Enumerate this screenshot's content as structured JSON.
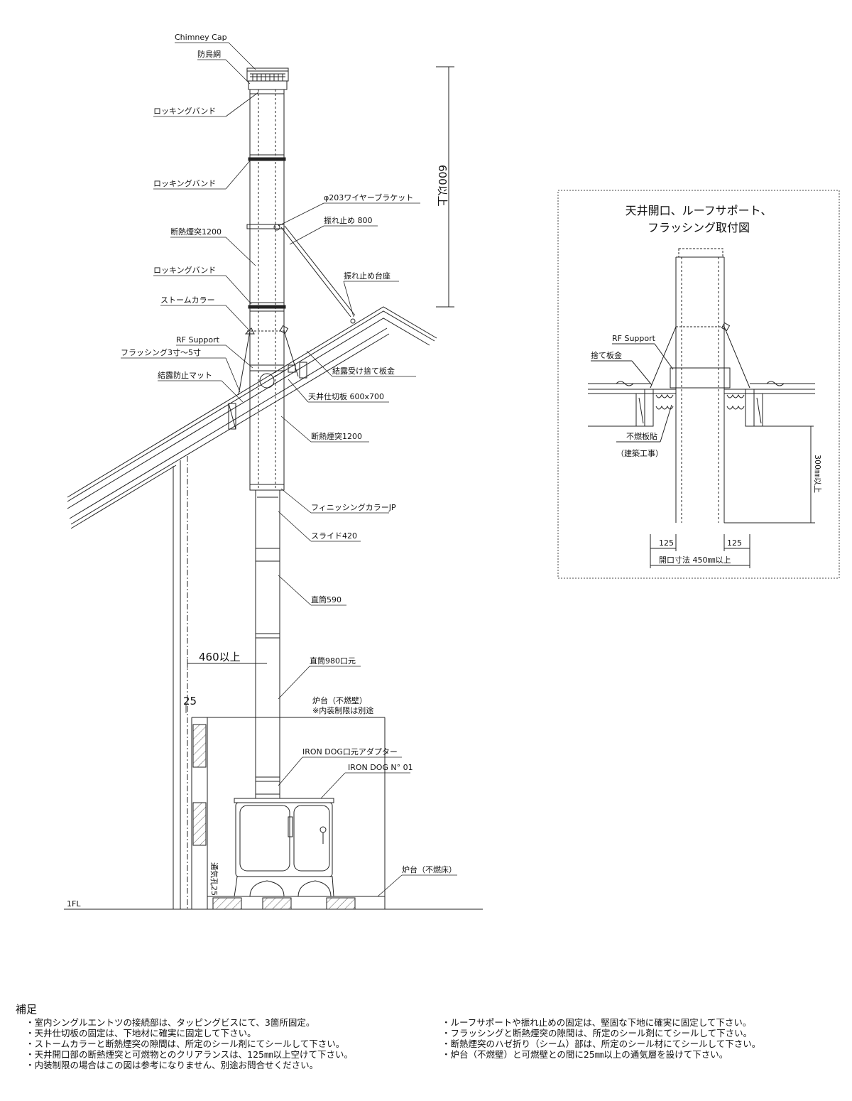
{
  "main": {
    "labels": {
      "chimney_cap": "Chimney Cap",
      "bird_net": "防鳥網",
      "locking_band_1": "ロッキングバンド",
      "locking_band_2": "ロッキングバンド",
      "wire_bracket": "φ203ワイヤーブラケット",
      "sway_stopper": "振れ止め 800",
      "insulated_flue_upper": "断熱煙突1200",
      "locking_band_3": "ロッキングバンド",
      "sway_base": "振れ止め台座",
      "storm_collar": "ストームカラー",
      "rf_support": "RF Support",
      "flashing": "フラッシング3寸～5寸",
      "condensation_plate": "結露受け捨て板金",
      "condensation_mat": "結露防止マット",
      "ceiling_plate": "天井仕切板 600x700",
      "insulated_flue_lower": "断熱煙突1200",
      "finishing_collar": "フィニッシングカラーJP",
      "slide": "スライド420",
      "straight_590": "直筒590",
      "straight_980": "直筒980口元",
      "hearth_wall": "炉台（不燃壁）",
      "interior_note": "※内装制限は別途",
      "adapter": "IRON DOG口元アダプター",
      "stove": "IRON DOG N° 01",
      "hearth_floor": "炉台（不燃床）",
      "floor_level": "1FL",
      "vent_hole": "通気孔25"
    },
    "dimensions": {
      "height_above_roof": "600以上",
      "wall_clearance": "460以上",
      "air_gap": "25"
    }
  },
  "detail": {
    "title_line1": "天井開口、ルーフサポート、",
    "title_line2": "フラッシング取付図",
    "labels": {
      "rf_support": "RF Support",
      "sacrificial_plate": "捨て板金",
      "noncombustible_board": "不燃板貼",
      "construction": "（建築工事）"
    },
    "dimensions": {
      "clear_height": "300㎜以上",
      "left_clearance": "125",
      "right_clearance": "125",
      "opening": "開口寸法 450㎜以上"
    }
  },
  "notes": {
    "title": "補足",
    "left": [
      "・室内シングルエントツの接続部は、タッピングビスにて、3箇所固定。",
      "・天井仕切板の固定は、下地材に確実に固定して下さい。",
      "・ストームカラーと断熱煙突の隙間は、所定のシール剤にてシールして下さい。",
      "・天井開口部の断熱煙突と可燃物とのクリアランスは、125㎜以上空けて下さい。",
      "・内装制限の場合はこの図は参考になりません、別途お問合せください。"
    ],
    "right": [
      "・ルーフサポートや振れ止めの固定は、堅固な下地に確実に固定して下さい。",
      "・フラッシングと断熱煙突の隙間は、所定のシール剤にてシールして下さい。",
      "・断熱煙突のハゼ折り（シーム）部は、所定のシール材にてシールして下さい。",
      "・炉台（不燃壁）と可燃壁との間に25㎜以上の通気層を設けて下さい。"
    ]
  }
}
